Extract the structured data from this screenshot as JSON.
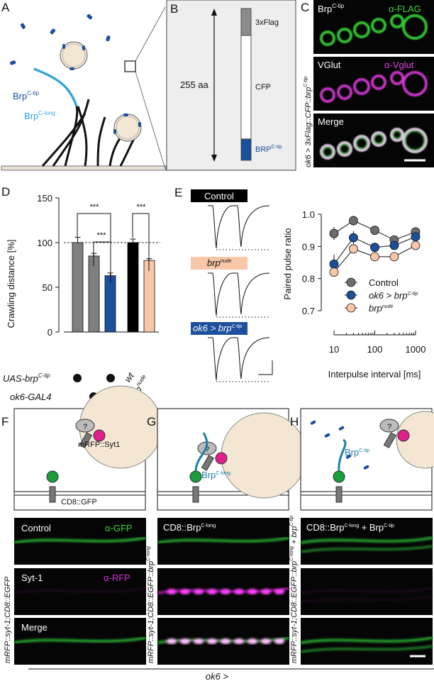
{
  "panel_labels": [
    "A",
    "B",
    "C",
    "D",
    "E",
    "F",
    "G",
    "H"
  ],
  "panel_a": {
    "label_tip": "Brp",
    "sup_tip": "C-tip",
    "label_long": "Brp",
    "sup_long": "C-long"
  },
  "panel_b": {
    "flag": "3xFlag",
    "cfp": "CFP",
    "length": "255 aa",
    "brp": "BRP",
    "brp_sup": "C-tip"
  },
  "panel_c": {
    "side_label": "ok6 > 3xFlag::CFP::brp",
    "side_sup": "C-tip",
    "channels": [
      {
        "left": "Brp",
        "left_sup": "C-tip",
        "right": "α-FLAG"
      },
      {
        "left": "VGlut",
        "right": "α-Vglut"
      },
      {
        "left": "Merge"
      }
    ]
  },
  "panel_d": {
    "genotype_rows": [
      {
        "label": "UAS-brp",
        "sup": "C-tip"
      },
      {
        "label": "ok6-GAL4"
      }
    ],
    "extra": [
      {
        "label": "wt"
      },
      {
        "label": "brp",
        "sup": "nude"
      }
    ],
    "significance": [
      "***",
      "***",
      "***"
    ]
  },
  "panel_e": {
    "traces": [
      {
        "label": "Control"
      },
      {
        "label": "brp",
        "sup": "nude"
      },
      {
        "label": "ok6 > brp",
        "sup": "C-tip"
      }
    ]
  },
  "chart_data": [
    {
      "type": "bar",
      "ylabel": "Crawling distance [%]",
      "ylim": [
        0,
        150
      ],
      "yticks": [
        "0",
        "50",
        "100",
        "150"
      ],
      "reference_line": 100,
      "values": [
        100,
        85,
        63,
        100,
        80
      ],
      "errors": [
        6,
        3,
        3,
        4,
        2
      ],
      "colors": [
        "#7f7f7f",
        "#7f7f7f",
        "#1c4f9c",
        "#000000",
        "#f7c7a8"
      ]
    },
    {
      "type": "line",
      "xlabel": "Interpulse interval [ms]",
      "ylabel": "Paired pulse ratio",
      "xscale": "log",
      "xlim": [
        10,
        1000
      ],
      "ylim": [
        0.7,
        1.0
      ],
      "xticks": [
        "10",
        "100",
        "1000"
      ],
      "yticks": [
        "0.7",
        "0.8",
        "0.9",
        "1.0"
      ],
      "x": [
        10,
        30,
        100,
        300,
        1000
      ],
      "legend_position": "bottom-right",
      "series": [
        {
          "name": "Control",
          "sup": "",
          "color": "#6e6e6e",
          "values": [
            0.94,
            0.98,
            0.95,
            0.92,
            0.945
          ],
          "errors": [
            0.02,
            0.015,
            0.01,
            0.008,
            0.008
          ]
        },
        {
          "name": "ok6 > brp",
          "sup": "C-tip",
          "color": "#1c4f9c",
          "values": [
            0.845,
            0.927,
            0.897,
            0.903,
            0.93
          ],
          "errors": [
            0.03,
            0.02,
            0.01,
            0.008,
            0.008
          ]
        },
        {
          "name": "brp",
          "sup": "nude",
          "color": "#f7c7a8",
          "values": [
            0.82,
            0.892,
            0.868,
            0.868,
            0.903
          ],
          "errors": [
            0.01,
            0.01,
            0.008,
            0.006,
            0.006
          ]
        }
      ]
    }
  ],
  "panel_f": {
    "syt": "mRFP::Syt1",
    "q": "?",
    "cd8": "CD8::GFP",
    "ch1_left": "Control",
    "ch1_right": "α-GFP",
    "ch2_left": "Syt-1",
    "ch2_right": "α-RFP",
    "ch3_left": "Merge",
    "side_label": "mRFP::syt-1;CD8::EGFP"
  },
  "panel_g": {
    "q": "?",
    "brp": "Brp",
    "brp_sup": "C-long",
    "title": "CD8::Brp",
    "title_sup": "C-long",
    "side_label": "mRFP::syt-1;CD8::EGFP::brp",
    "side_sup": "C-long"
  },
  "panel_h": {
    "q": "?",
    "brp": "Brp",
    "brp_sup": "C-tip",
    "title": "CD8::Brp",
    "title_sup": "C-long",
    "title_plus": " + Brp",
    "title_sup2": "C-tip",
    "side_label": "mRFP::syt-1;CD8::EGFP::brp",
    "side_sup": "C-long",
    "side_plus": " + brp",
    "side_sup2": "C-tip"
  },
  "footer": "ok6 >"
}
